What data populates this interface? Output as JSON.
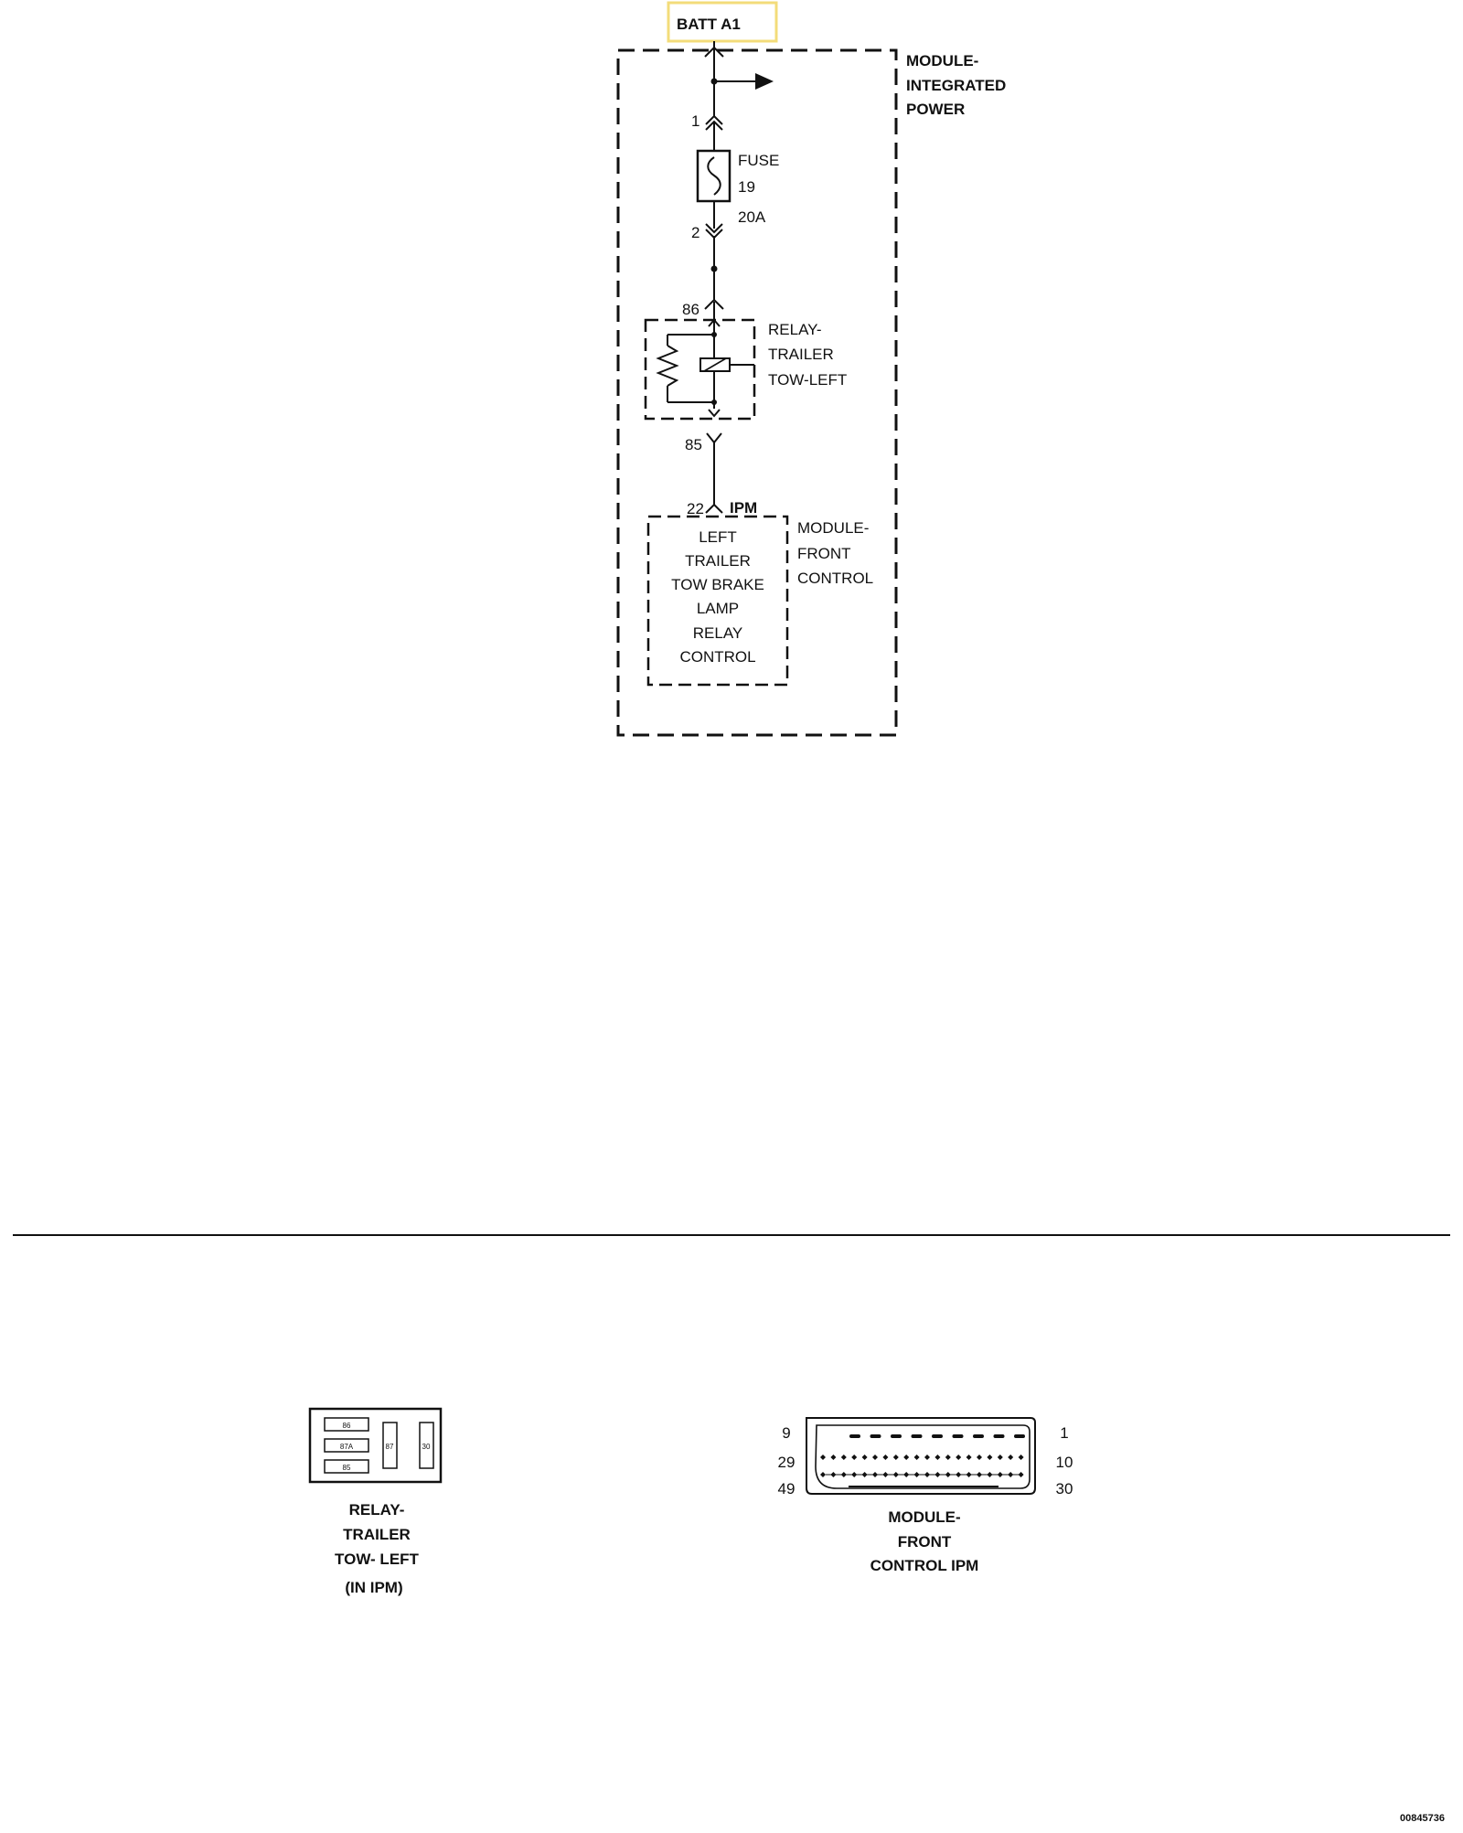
{
  "diagram": {
    "power_source": {
      "label": "BATT A1",
      "highlight_color": "#f3dc7a"
    },
    "module_integrated_power": {
      "lines": [
        "MODULE-",
        "INTEGRATED",
        "POWER"
      ]
    },
    "fuse": {
      "label": "FUSE",
      "number": "19",
      "rating": "20A",
      "pin_in": "1",
      "pin_out": "2"
    },
    "relay": {
      "lines": [
        "RELAY-",
        "TRAILER",
        "TOW-LEFT"
      ],
      "pin_coil_in": "86",
      "pin_coil_out": "85"
    },
    "front_control_module": {
      "pin": "22",
      "connector": "IPM",
      "function_lines": [
        "LEFT",
        "TRAILER",
        "TOW BRAKE",
        "LAMP",
        "RELAY",
        "CONTROL"
      ],
      "name_lines": [
        "MODULE-",
        "FRONT",
        "CONTROL"
      ]
    }
  },
  "connector_views": {
    "relay_view": {
      "terminals": [
        "86",
        "87A",
        "85",
        "87",
        "30"
      ],
      "caption_lines": [
        "RELAY-",
        "TRAILER",
        "TOW- LEFT",
        "(IN IPM)"
      ]
    },
    "module_view": {
      "pin_labels_left": [
        "9",
        "29",
        "49"
      ],
      "pin_labels_right": [
        "1",
        "10",
        "30"
      ],
      "caption_lines": [
        "MODULE-",
        "FRONT",
        "CONTROL IPM"
      ]
    }
  },
  "figure_code": "00845736"
}
